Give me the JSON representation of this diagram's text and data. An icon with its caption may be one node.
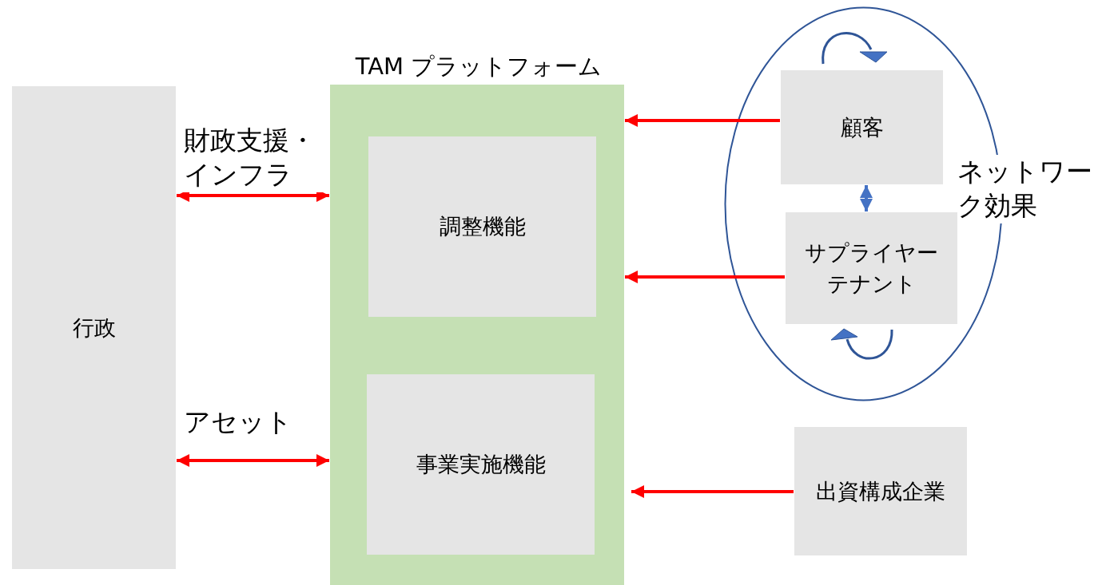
{
  "diagram": {
    "nodes": [
      {
        "text": [
          "行政"
        ]
      },
      {
        "text": [
          "TAM プラットフォーム"
        ]
      },
      {
        "text": [
          "調整機能"
        ],
        "in": 1
      },
      {
        "text": [
          "事業実施機能"
        ],
        "in": 1
      },
      {
        "text": [
          "ネットワーク効果"
        ]
      },
      {
        "text": [
          "顧客"
        ],
        "in": 4
      },
      {
        "text": [
          "サプライヤーテナント"
        ],
        "in": 4
      },
      {
        "text": [
          "出資構成企業"
        ]
      }
    ],
    "edges": [
      {
        "from": 0,
        "to": 1,
        "arrow": "both",
        "label": "財政支援・インフラ"
      },
      {
        "from": 0,
        "to": 1,
        "arrow": "both",
        "label": "アセット"
      },
      {
        "from": 5,
        "to": 1,
        "arrow": "to"
      },
      {
        "from": 6,
        "to": 1,
        "arrow": "to"
      },
      {
        "from": 5,
        "to": 6,
        "arrow": "both",
        "color": "#4472c4"
      },
      {
        "from": 7,
        "to": 1,
        "arrow": "to"
      }
    ]
  }
}
